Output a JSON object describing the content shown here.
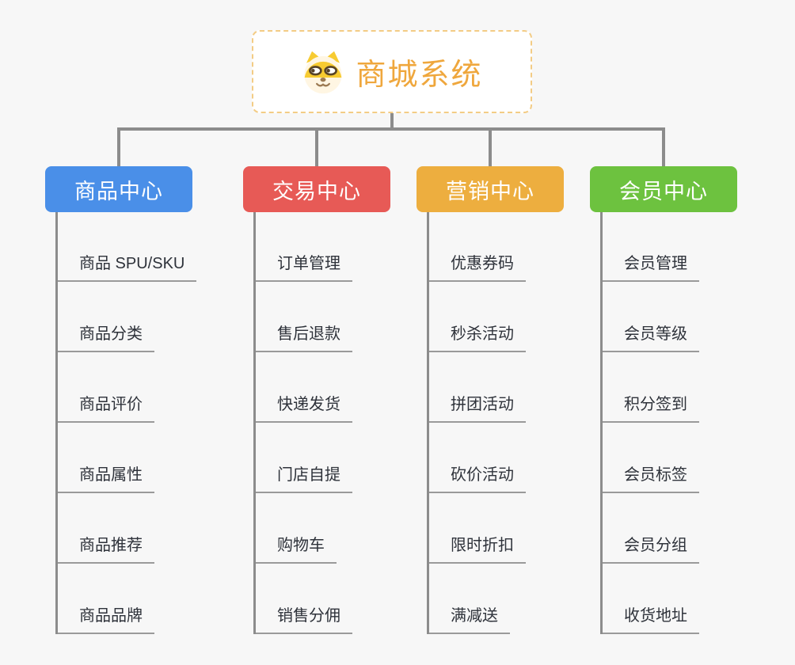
{
  "diagram": {
    "type": "mindmap-org-chart",
    "background_color": "#f7f7f7",
    "connector_color": "#8c8c8c",
    "root": {
      "title": "商城系统",
      "icon": "shiba-dog-icon",
      "text_color": "#efa73d",
      "border_color": "#f3cc85",
      "fill_color": "#ffffff"
    },
    "branches": [
      {
        "label": "商品中心",
        "color": "#4a8fe8",
        "children": [
          "商品 SPU/SKU",
          "商品分类",
          "商品评价",
          "商品属性",
          "商品推荐",
          "商品品牌"
        ]
      },
      {
        "label": "交易中心",
        "color": "#e75a56",
        "children": [
          "订单管理",
          "售后退款",
          "快递发货",
          "门店自提",
          "购物车",
          "销售分佣"
        ]
      },
      {
        "label": "营销中心",
        "color": "#edae3f",
        "children": [
          "优惠券码",
          "秒杀活动",
          "拼团活动",
          "砍价活动",
          "限时折扣",
          "满减送"
        ]
      },
      {
        "label": "会员中心",
        "color": "#6dc23f",
        "children": [
          "会员管理",
          "会员等级",
          "积分签到",
          "会员标签",
          "会员分组",
          "收货地址"
        ]
      }
    ]
  }
}
